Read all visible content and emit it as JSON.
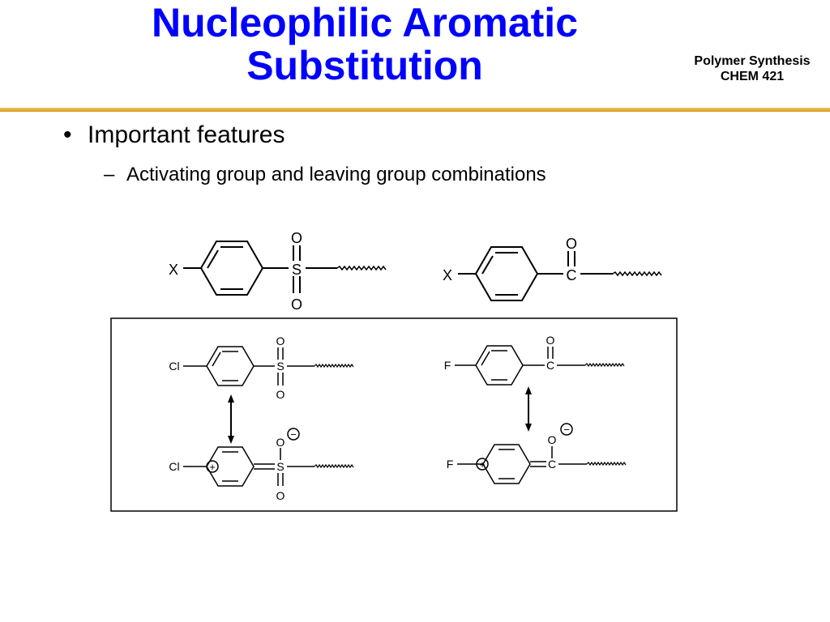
{
  "header": {
    "title_line1": "Nucleophilic Aromatic",
    "title_line2": "Substitution",
    "course_line1": "Polymer Synthesis",
    "course_line2": "CHEM 421"
  },
  "bullets": {
    "level1": "Important features",
    "level2": "Activating group and leaving group combinations"
  },
  "structures": {
    "sulfone_generic": {
      "substituent": "X",
      "center": "S",
      "oxygen_top": "O",
      "oxygen_bottom": "O"
    },
    "ketone_generic": {
      "substituent": "X",
      "center": "C",
      "oxygen_top": "O"
    },
    "sulfone_chloro": {
      "substituent": "Cl",
      "center": "S",
      "oxygen_top": "O",
      "oxygen_bottom": "O"
    },
    "ketone_fluoro": {
      "substituent": "F",
      "center": "C",
      "oxygen_top": "O"
    },
    "sulfone_chloro_resonance": {
      "substituent": "Cl",
      "center": "S",
      "oxygen_top": "O",
      "oxygen_bottom": "O",
      "positive_charge": "+",
      "negative_charge": "−"
    },
    "ketone_fluoro_resonance": {
      "substituent": "F",
      "center": "C",
      "oxygen_top": "O",
      "positive_charge": "+",
      "negative_charge": "−"
    }
  },
  "colors": {
    "title": "#0000ff",
    "rule": "#d99f22"
  }
}
